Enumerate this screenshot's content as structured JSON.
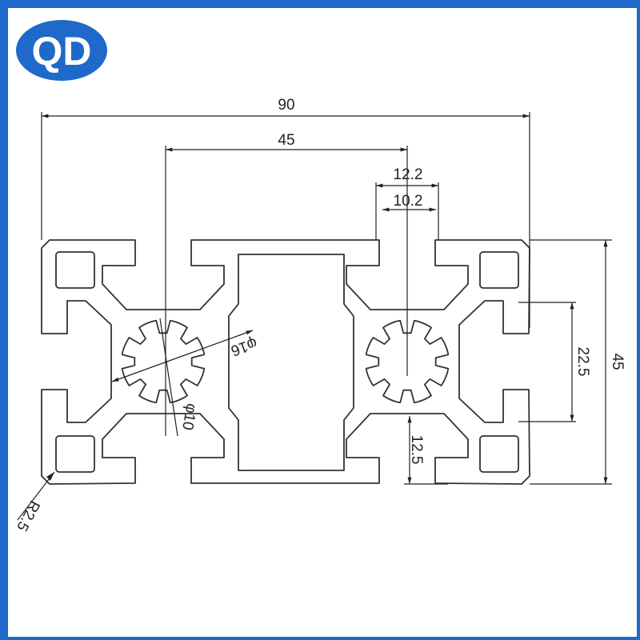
{
  "logo": {
    "text": "QD",
    "color": "#1e69c9"
  },
  "dimensions": {
    "overall_width": "90",
    "unit_pitch": "45",
    "slot_outer": "12.2",
    "slot_inner": "10.2",
    "overall_height": "45",
    "slot_span": "22.5",
    "half_height": "12.5",
    "star_diameter": "φ16",
    "bore_diameter": "φ10",
    "corner_radius": "R2.5"
  }
}
